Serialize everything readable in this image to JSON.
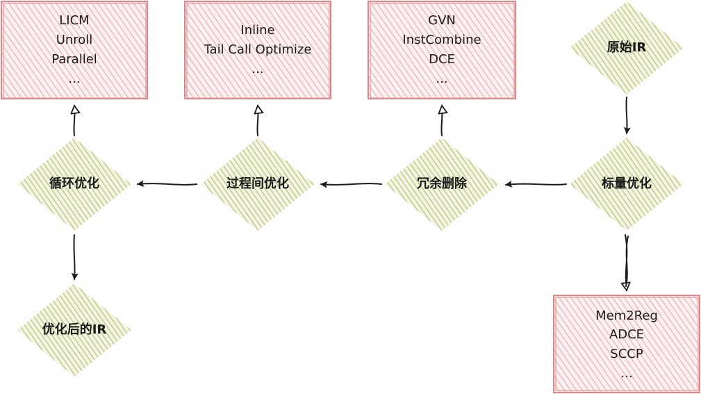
{
  "boxes": {
    "loop": [
      "LICM",
      "Unroll",
      "Parallel",
      "..."
    ],
    "interprocedural": [
      "Inline",
      "Tail Call Optimize",
      "..."
    ],
    "redundancy": [
      "GVN",
      "InstCombine",
      "DCE",
      "..."
    ],
    "scalar": [
      "Mem2Reg",
      "ADCE",
      "SCCP",
      "..."
    ]
  },
  "nodes": {
    "original_ir": "原始IR",
    "scalar_opt": "标量优化",
    "redundancy_elim": "冗余删除",
    "interprocedural_opt": "过程间优化",
    "loop_opt": "循环优化",
    "optimized_ir": "优化后的IR"
  },
  "colors": {
    "box_fill": "#f7d4d4",
    "box_stroke": "#e08585",
    "diamond_fill": "#c8cf8a",
    "arrow": "#1a1a1a"
  }
}
